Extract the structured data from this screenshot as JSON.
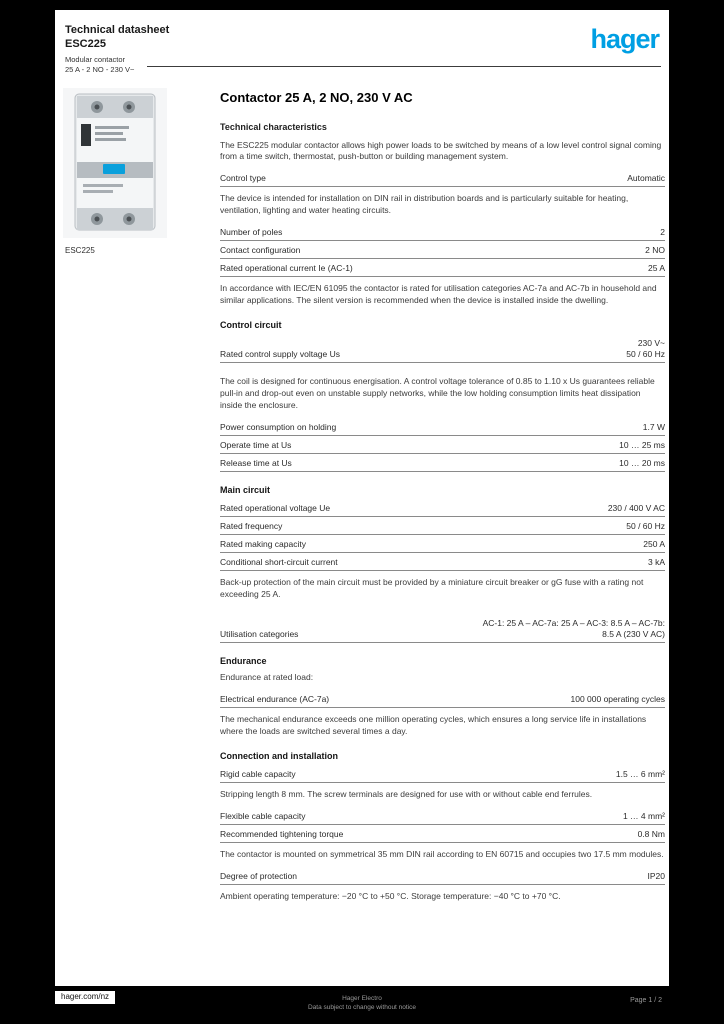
{
  "header": {
    "title_line1": "Technical datasheet",
    "title_line2": "ESC225",
    "subtitle_line1": "Modular contactor",
    "subtitle_line2": "25 A - 2 NO - 230 V~",
    "logo": "hager",
    "brand_color": "#009fe3"
  },
  "product": {
    "reference": "ESC225"
  },
  "main": {
    "title": "Contactor 25 A, 2 NO, 230 V AC",
    "subtitle": "Technical characteristics",
    "sections": [
      {
        "heading": "",
        "items": [
          {
            "type": "p",
            "text": "The ESC225 modular contactor allows high power loads to be switched by means of a low level control signal coming from a time switch, thermostat, push-button or building management system."
          },
          {
            "type": "row",
            "label": "Control type",
            "value": "Automatic"
          },
          {
            "type": "p",
            "text": "The device is intended for installation on DIN rail in distribution boards and is particularly suitable for heating, ventilation, lighting and water heating circuits."
          },
          {
            "type": "row",
            "label": "Number of poles",
            "value": "2"
          },
          {
            "type": "row",
            "label": "Contact configuration",
            "value": "2 NO"
          },
          {
            "type": "row",
            "label": "Rated operational current Ie (AC-1)",
            "value": "25 A"
          },
          {
            "type": "p",
            "text": "In accordance with IEC/EN 61095 the contactor is rated for utilisation categories AC-7a and AC-7b in household and similar applications. The silent version is recommended when the device is installed inside the dwelling."
          }
        ]
      },
      {
        "heading": "Control circuit",
        "items": [
          {
            "type": "row",
            "label": "Rated control supply voltage Us",
            "value": "230 V~",
            "value2": "50 / 60 Hz"
          }
        ]
      },
      {
        "heading": "",
        "items": [
          {
            "type": "p",
            "text": "The coil is designed for continuous energisation. A control voltage tolerance of 0.85 to 1.10 x Us guarantees reliable pull-in and drop-out even on unstable supply networks, while the low holding consumption limits heat dissipation inside the enclosure."
          },
          {
            "type": "row",
            "label": "Power consumption on holding",
            "value": "1.7 W"
          },
          {
            "type": "row",
            "label": "Operate time at Us",
            "value": "10 … 25 ms"
          },
          {
            "type": "row",
            "label": "Release time at Us",
            "value": "10 … 20 ms"
          }
        ]
      },
      {
        "heading": "Main circuit",
        "items": [
          {
            "type": "row",
            "label": "Rated operational voltage Ue",
            "value": "230 / 400 V AC"
          },
          {
            "type": "row",
            "label": "Rated frequency",
            "value": "50 / 60 Hz"
          },
          {
            "type": "row",
            "label": "Rated making capacity",
            "value": "250 A"
          },
          {
            "type": "row",
            "label": "Conditional short-circuit current",
            "value": "3 kA"
          },
          {
            "type": "p",
            "text": "Back-up protection of the main circuit must be provided by a miniature circuit breaker or gG fuse with a rating not exceeding 25 A."
          }
        ]
      },
      {
        "heading": "",
        "items": [
          {
            "type": "row",
            "label": "Utilisation categories",
            "value": "AC-1: 25 A – AC-7a: 25 A – AC-3: 8.5 A – AC-7b: 8.5 A (230 V AC)"
          }
        ]
      },
      {
        "heading": "Endurance",
        "items": [
          {
            "type": "p",
            "text": "Endurance at rated load:"
          },
          {
            "type": "row",
            "label": "Electrical endurance (AC-7a)",
            "value": "100 000 operating cycles"
          },
          {
            "type": "p",
            "text": "The mechanical endurance exceeds one million operating cycles, which ensures a long service life in installations where the loads are switched several times a day."
          }
        ]
      },
      {
        "heading": "Connection and installation",
        "items": [
          {
            "type": "row",
            "label": "Rigid cable capacity",
            "value": "1.5 … 6 mm²"
          },
          {
            "type": "p",
            "text": "Stripping length 8 mm. The screw terminals are designed for use with or without cable end ferrules."
          },
          {
            "type": "row",
            "label": "Flexible cable capacity",
            "value": "1 … 4 mm²"
          },
          {
            "type": "row",
            "label": "Recommended tightening torque",
            "value": "0.8 Nm"
          },
          {
            "type": "p",
            "text": "The contactor is mounted on symmetrical 35 mm DIN rail according to EN 60715 and occupies two 17.5 mm modules."
          },
          {
            "type": "row",
            "label": "Degree of protection",
            "value": "IP20"
          },
          {
            "type": "p",
            "text": "Ambient operating temperature: −20 °C to +50 °C. Storage temperature: −40 °C to +70 °C."
          }
        ]
      }
    ]
  },
  "footer": {
    "website": "hager.com/nz",
    "note_line1": "Hager Electro",
    "note_line2": "Data subject to change without notice",
    "page": "Page 1 / 2"
  }
}
